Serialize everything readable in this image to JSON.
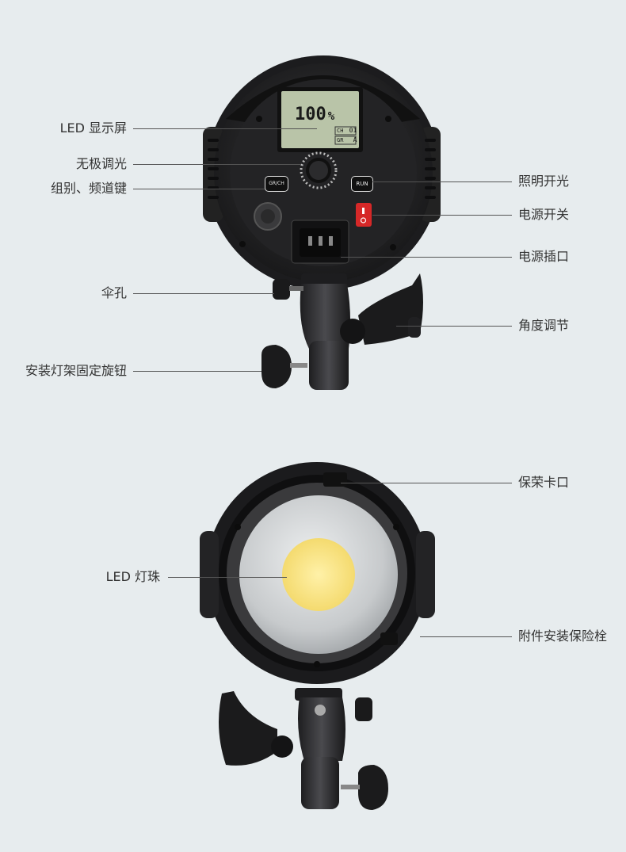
{
  "lcd": {
    "percent": "100",
    "percent_sign": "%",
    "ch_label": "CH",
    "ch_value": "01",
    "gr_label": "GR",
    "gr_value": "A"
  },
  "buttons": {
    "grch": "GR/CH",
    "run": "RUN"
  },
  "labels": {
    "led_display": "LED 显示屏",
    "dimmer": "无极调光",
    "group_channel": "组别、频道键",
    "light_switch": "照明开光",
    "power_switch": "电源开关",
    "power_socket": "电源插口",
    "umbrella_hole": "伞孔",
    "angle_adjust": "角度调节",
    "stand_knob": "安装灯架固定旋钮",
    "bayonet": "保荣卡口",
    "led_bead": "LED 灯珠",
    "accessory_pin": "附件安装保险栓"
  },
  "colors": {
    "background": "#e7ecee",
    "body": "#2a2a2c",
    "lcd_screen": "#b9c4a8",
    "power_switch": "#d62828",
    "led_bead": "#f6df7a",
    "reflector": "#cfd2d4"
  }
}
